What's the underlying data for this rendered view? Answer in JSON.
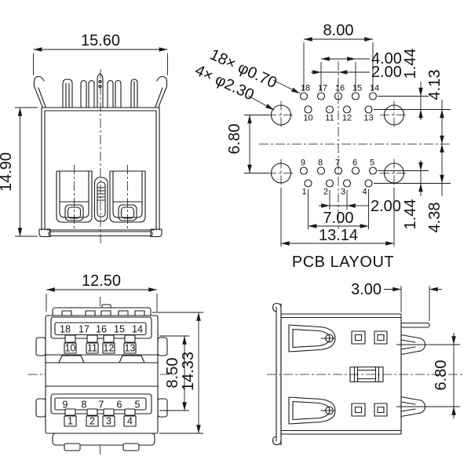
{
  "drawing": {
    "title": "PCB LAYOUT",
    "line_color": "#1a1a1a",
    "views": {
      "bottom_view": {
        "dims": {
          "width": "15.60",
          "height": "14.90"
        }
      },
      "pcb_layout": {
        "caption": "PCB LAYOUT",
        "callouts": {
          "small_holes": "18× φ0.70",
          "large_holes": "4× φ2.30"
        },
        "dims": {
          "top_row_span": "8.00",
          "top_inner_span": "4.00",
          "top_pitch": "2.00",
          "top_row_gap": "1.44",
          "top_mid_to_center": "4.13",
          "mount_hole_gap": "6.80",
          "bottom_pitch": "2.00",
          "bottom_row_gap": "1.44",
          "bottom_mid_to_center": "4.38",
          "bottom_inner_span": "7.00",
          "mount_span": "13.14"
        },
        "rows": {
          "top": [
            "18",
            "17",
            "16",
            "15",
            "14"
          ],
          "upper_mid": [
            "10",
            "11",
            "12",
            "13"
          ],
          "lower_mid": [
            "9",
            "8",
            "7",
            "6",
            "5"
          ],
          "bottom": [
            "1",
            "2",
            "3",
            "4"
          ]
        }
      },
      "front_view": {
        "dims": {
          "width": "12.50",
          "port_pitch": "8.50",
          "height": "14.33"
        },
        "upper_tongue": [
          "18",
          "17",
          "16",
          "15",
          "14"
        ],
        "upper_boxes": [
          "10",
          "11",
          "12",
          "13"
        ],
        "lower_tongue": [
          "9",
          "8",
          "7",
          "6",
          "5"
        ],
        "lower_boxes": [
          "1",
          "2",
          "3",
          "4"
        ]
      },
      "side_view": {
        "dims": {
          "pin_length": "3.00",
          "latch_gap": "6.80"
        }
      }
    }
  }
}
